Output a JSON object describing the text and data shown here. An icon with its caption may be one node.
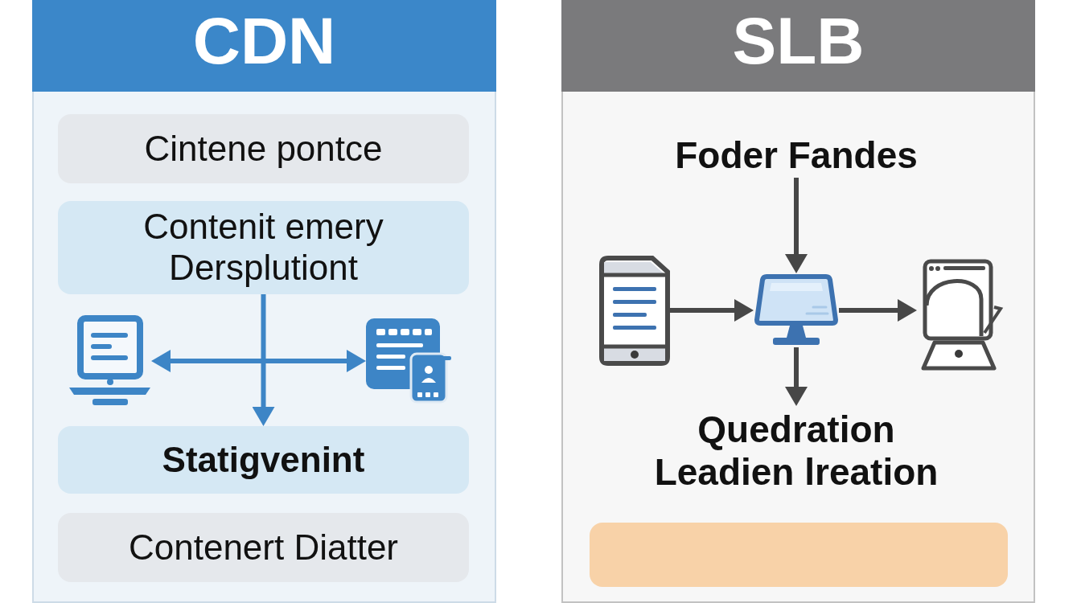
{
  "diagram": {
    "nodes": [
      {
        "text": [
          "CDN"
        ]
      },
      {
        "text": [
          "Cintene pontce"
        ],
        "in": 0
      },
      {
        "text": [
          "Contenit emery Dersplutiont"
        ],
        "in": 0
      },
      {
        "text": [],
        "shape": "picture",
        "in": 0
      },
      {
        "text": [],
        "shape": "picture",
        "in": 0
      },
      {
        "text": [
          "Statigvenint"
        ],
        "in": 0
      },
      {
        "text": [
          "Contenert Diatter"
        ],
        "in": 0
      },
      {
        "text": [
          "SLB"
        ]
      },
      {
        "text": [
          "Foder Fandes"
        ],
        "in": 7
      },
      {
        "text": [],
        "shape": "picture",
        "in": 7
      },
      {
        "text": [],
        "shape": "picture",
        "in": 7
      },
      {
        "text": [],
        "shape": "picture",
        "in": 7
      },
      {
        "text": [
          "Quedration Leadien lreation"
        ],
        "in": 7
      },
      {
        "text": [],
        "shape": "box",
        "in": 7
      }
    ],
    "edges": [
      {
        "from": 3,
        "to": 4,
        "arrow": "both",
        "color": "#3d85c6"
      },
      {
        "from": 2,
        "to": 5,
        "arrow": "to",
        "color": "#3d85c6"
      },
      {
        "from": 8,
        "to": 10,
        "arrow": "to"
      },
      {
        "from": 9,
        "to": 10,
        "arrow": "to"
      },
      {
        "from": 10,
        "to": 11,
        "arrow": "to"
      },
      {
        "from": 10,
        "to": 12,
        "arrow": "to"
      }
    ]
  }
}
